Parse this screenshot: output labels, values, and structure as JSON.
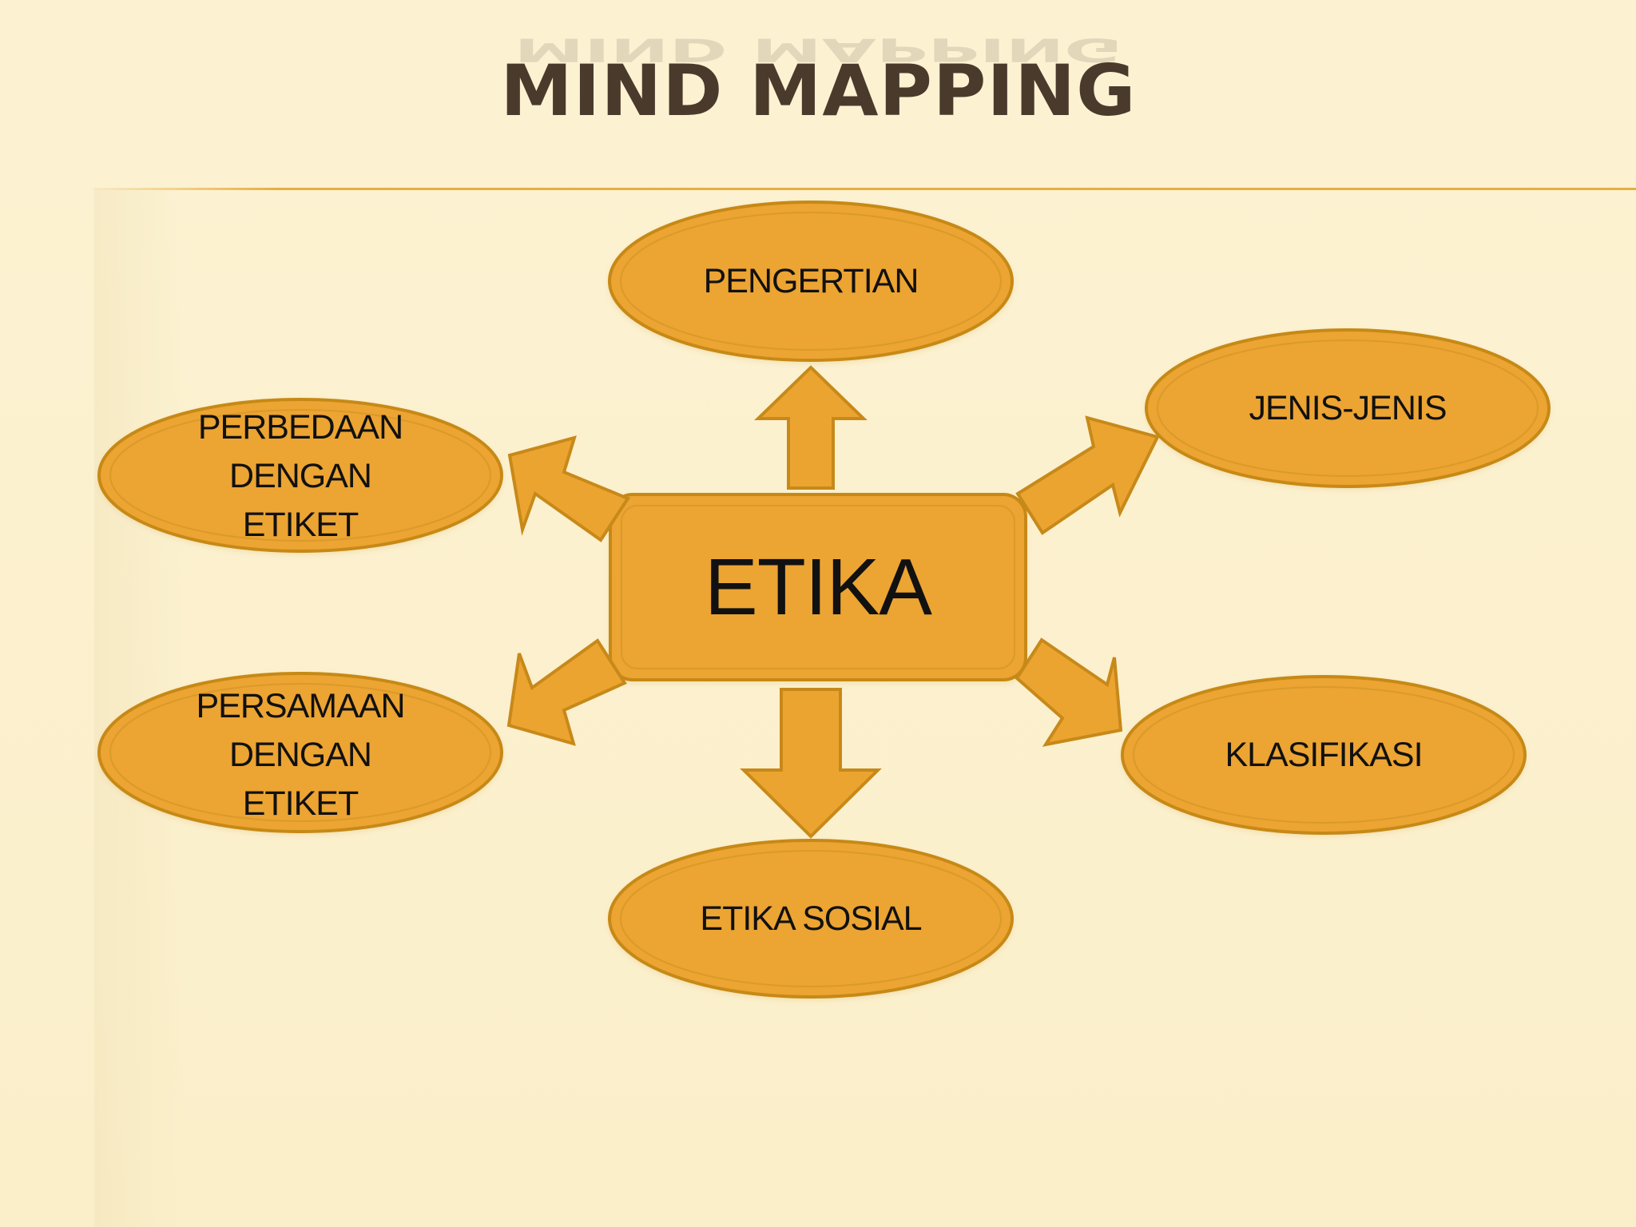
{
  "slide": {
    "title": "MIND MAPPING",
    "center_label": "ETIKA",
    "nodes": {
      "pengertian": "PENGERTIAN",
      "jenis_jenis": "JENIS-JENIS",
      "perbedaan_dengan_etiket": "PERBEDAAN\nDENGAN\nETIKET",
      "persamaan_dengan_etiket": "PERSAMAAN\nDENGAN\nETIKET",
      "klasifikasi": "KLASIFIKASI",
      "etika_sosial": "ETIKA SOSIAL"
    }
  },
  "colors": {
    "background": "#fbf0cc",
    "accent": "#eca431",
    "outline": "#c78919",
    "title": "#4a3a2c",
    "text": "#111111"
  }
}
